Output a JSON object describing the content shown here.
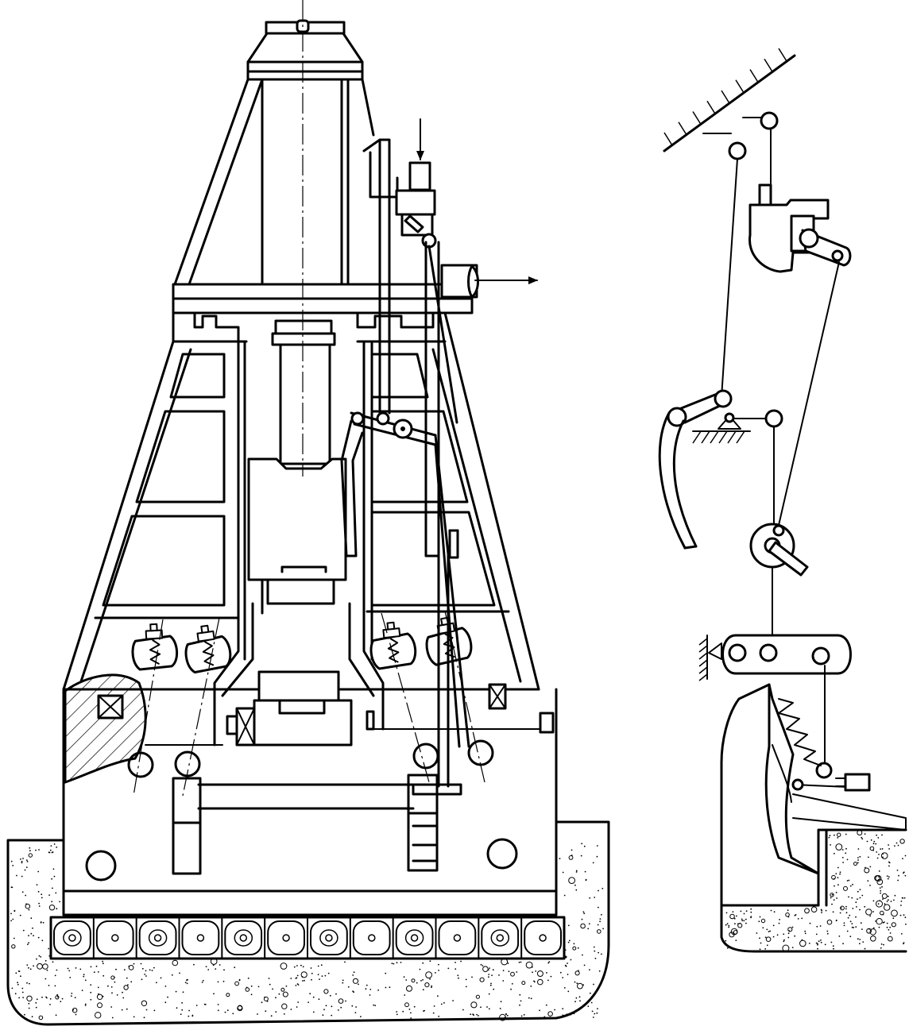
{
  "figure": {
    "line_color": "#000000",
    "background": "#ffffff",
    "views": [
      "press-front-section",
      "mechanism-kinematic-scheme"
    ],
    "arrows": [
      "input-arrow-down",
      "output-arrow-right"
    ]
  }
}
